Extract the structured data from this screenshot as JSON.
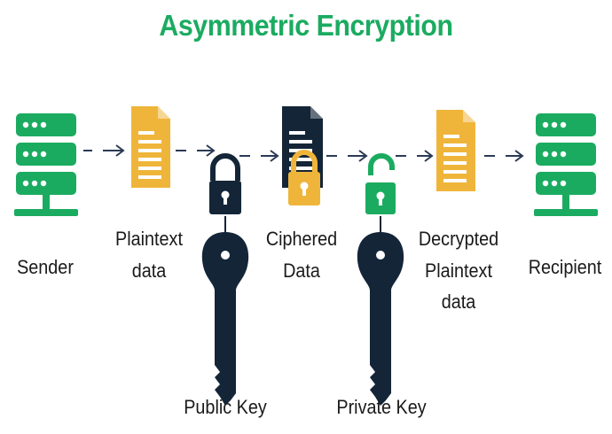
{
  "title": "Asymmetric Encryption",
  "labels": {
    "sender": "Sender",
    "plaintext": [
      "Plaintext",
      "data"
    ],
    "ciphered": [
      "Ciphered",
      "Data"
    ],
    "decrypted": [
      "Decrypted",
      "Plaintext",
      "data"
    ],
    "recipient": "Recipient",
    "public_key": "Public Key",
    "private_key": "Private Key"
  },
  "colors": {
    "title": "#1bab60",
    "server": "#1bab60",
    "document": "#efb53a",
    "lock_dark": "#142538",
    "lock_gold": "#efb53a",
    "lock_green": "#1bab60",
    "key": "#142538",
    "arrow": "#2b3a55"
  },
  "icons": {
    "sender": "server-icon",
    "plaintext": "document-icon",
    "public_lock": "closed-padlock-icon",
    "public_key": "key-icon",
    "ciphered": "encrypted-document-icon",
    "private_lock": "open-padlock-icon",
    "private_key": "key-icon",
    "decrypted": "document-icon",
    "recipient": "server-icon"
  }
}
